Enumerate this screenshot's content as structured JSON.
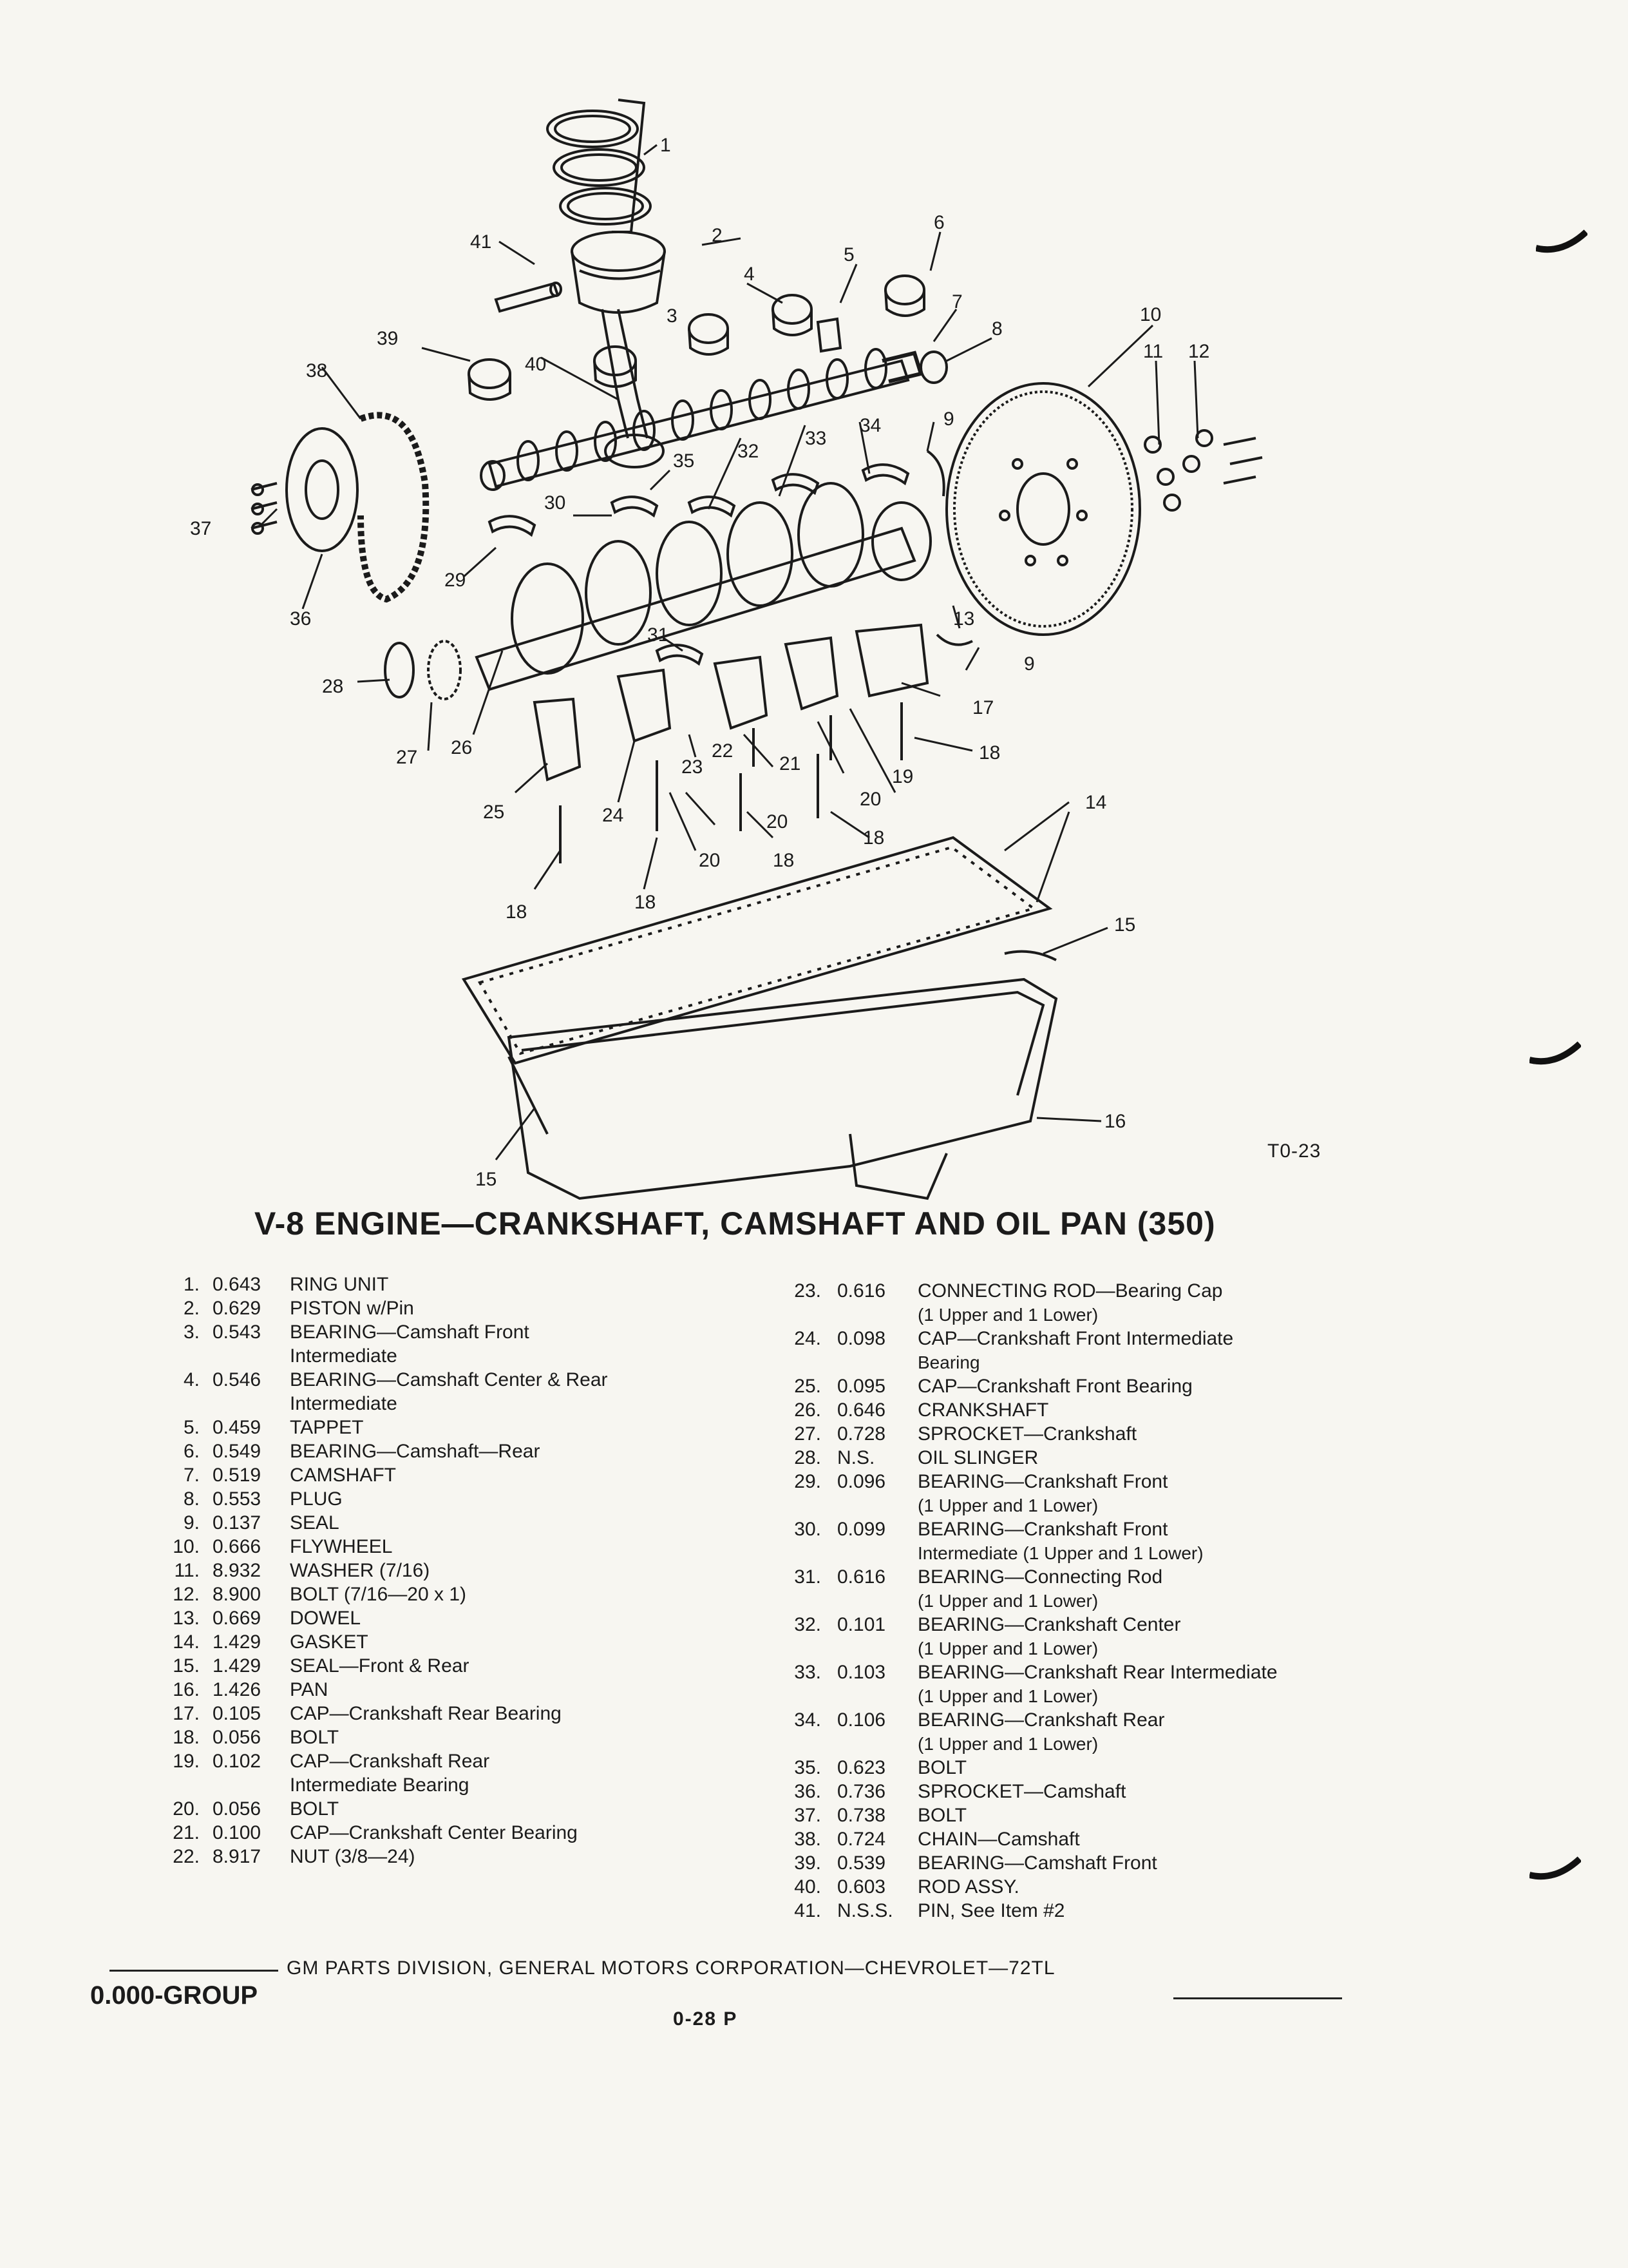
{
  "diagram": {
    "drawing_id": "T0-23",
    "callouts": [
      "1",
      "2",
      "3",
      "4",
      "5",
      "6",
      "7",
      "8",
      "9",
      "10",
      "11",
      "12",
      "13",
      "14",
      "15",
      "16",
      "17",
      "18",
      "19",
      "20",
      "21",
      "22",
      "23",
      "24",
      "25",
      "26",
      "27",
      "28",
      "29",
      "30",
      "31",
      "32",
      "33",
      "34",
      "35",
      "36",
      "37",
      "38",
      "39",
      "40",
      "41"
    ]
  },
  "title": "V-8 ENGINE—CRANKSHAFT, CAMSHAFT AND OIL PAN (350)",
  "parts_left": [
    {
      "n": "1.",
      "code": "0.643",
      "desc": "RING UNIT",
      "cont": ""
    },
    {
      "n": "2.",
      "code": "0.629",
      "desc": "PISTON w/Pin",
      "cont": ""
    },
    {
      "n": "3.",
      "code": "0.543",
      "desc": "BEARING—Camshaft Front",
      "cont": "Intermediate"
    },
    {
      "n": "4.",
      "code": "0.546",
      "desc": "BEARING—Camshaft Center & Rear",
      "cont": "Intermediate"
    },
    {
      "n": "5.",
      "code": "0.459",
      "desc": "TAPPET",
      "cont": ""
    },
    {
      "n": "6.",
      "code": "0.549",
      "desc": "BEARING—Camshaft—Rear",
      "cont": ""
    },
    {
      "n": "7.",
      "code": "0.519",
      "desc": "CAMSHAFT",
      "cont": ""
    },
    {
      "n": "8.",
      "code": "0.553",
      "desc": "PLUG",
      "cont": ""
    },
    {
      "n": "9.",
      "code": "0.137",
      "desc": "SEAL",
      "cont": ""
    },
    {
      "n": "10.",
      "code": "0.666",
      "desc": "FLYWHEEL",
      "cont": ""
    },
    {
      "n": "11.",
      "code": "8.932",
      "desc": "WASHER (7/16)",
      "cont": ""
    },
    {
      "n": "12.",
      "code": "8.900",
      "desc": "BOLT (7/16—20 x 1)",
      "cont": ""
    },
    {
      "n": "13.",
      "code": "0.669",
      "desc": "DOWEL",
      "cont": ""
    },
    {
      "n": "14.",
      "code": "1.429",
      "desc": "GASKET",
      "cont": ""
    },
    {
      "n": "15.",
      "code": "1.429",
      "desc": "SEAL—Front & Rear",
      "cont": ""
    },
    {
      "n": "16.",
      "code": "1.426",
      "desc": "PAN",
      "cont": ""
    },
    {
      "n": "17.",
      "code": "0.105",
      "desc": "CAP—Crankshaft Rear Bearing",
      "cont": ""
    },
    {
      "n": "18.",
      "code": "0.056",
      "desc": "BOLT",
      "cont": ""
    },
    {
      "n": "19.",
      "code": "0.102",
      "desc": "CAP—Crankshaft Rear",
      "cont": "Intermediate Bearing"
    },
    {
      "n": "20.",
      "code": "0.056",
      "desc": "BOLT",
      "cont": ""
    },
    {
      "n": "21.",
      "code": "0.100",
      "desc": "CAP—Crankshaft Center Bearing",
      "cont": ""
    },
    {
      "n": "22.",
      "code": "8.917",
      "desc": "NUT (3/8—24)",
      "cont": ""
    }
  ],
  "parts_right": [
    {
      "n": "23.",
      "code": "0.616",
      "desc": "CONNECTING ROD—Bearing Cap",
      "cont": "(1 Upper and 1 Lower)"
    },
    {
      "n": "24.",
      "code": "0.098",
      "desc": "CAP—Crankshaft Front Intermediate",
      "cont": "Bearing"
    },
    {
      "n": "25.",
      "code": "0.095",
      "desc": "CAP—Crankshaft Front Bearing",
      "cont": ""
    },
    {
      "n": "26.",
      "code": "0.646",
      "desc": "CRANKSHAFT",
      "cont": ""
    },
    {
      "n": "27.",
      "code": "0.728",
      "desc": "SPROCKET—Crankshaft",
      "cont": ""
    },
    {
      "n": "28.",
      "code": "N.S.",
      "desc": "OIL SLINGER",
      "cont": ""
    },
    {
      "n": "29.",
      "code": "0.096",
      "desc": "BEARING—Crankshaft Front",
      "cont": "(1 Upper and 1 Lower)"
    },
    {
      "n": "30.",
      "code": "0.099",
      "desc": "BEARING—Crankshaft Front",
      "cont": "Intermediate (1 Upper and 1 Lower)"
    },
    {
      "n": "31.",
      "code": "0.616",
      "desc": "BEARING—Connecting Rod",
      "cont": "(1 Upper and 1 Lower)"
    },
    {
      "n": "32.",
      "code": "0.101",
      "desc": "BEARING—Crankshaft Center",
      "cont": "(1 Upper and 1 Lower)"
    },
    {
      "n": "33.",
      "code": "0.103",
      "desc": "BEARING—Crankshaft Rear Intermediate",
      "cont": "(1 Upper and 1 Lower)"
    },
    {
      "n": "34.",
      "code": "0.106",
      "desc": "BEARING—Crankshaft Rear",
      "cont": "(1 Upper and 1 Lower)"
    },
    {
      "n": "35.",
      "code": "0.623",
      "desc": "BOLT",
      "cont": ""
    },
    {
      "n": "36.",
      "code": "0.736",
      "desc": "SPROCKET—Camshaft",
      "cont": ""
    },
    {
      "n": "37.",
      "code": "0.738",
      "desc": "BOLT",
      "cont": ""
    },
    {
      "n": "38.",
      "code": "0.724",
      "desc": "CHAIN—Camshaft",
      "cont": ""
    },
    {
      "n": "39.",
      "code": "0.539",
      "desc": "BEARING—Camshaft Front",
      "cont": ""
    },
    {
      "n": "40.",
      "code": "0.603",
      "desc": "ROD ASSY.",
      "cont": ""
    },
    {
      "n": "41.",
      "code": "N.S.S.",
      "desc": "PIN, See Item #2",
      "cont": ""
    }
  ],
  "footer": {
    "line": "GM PARTS DIVISION, GENERAL MOTORS CORPORATION—CHEVROLET—72TL",
    "group": "0.000-GROUP",
    "page": "0-28 P"
  }
}
